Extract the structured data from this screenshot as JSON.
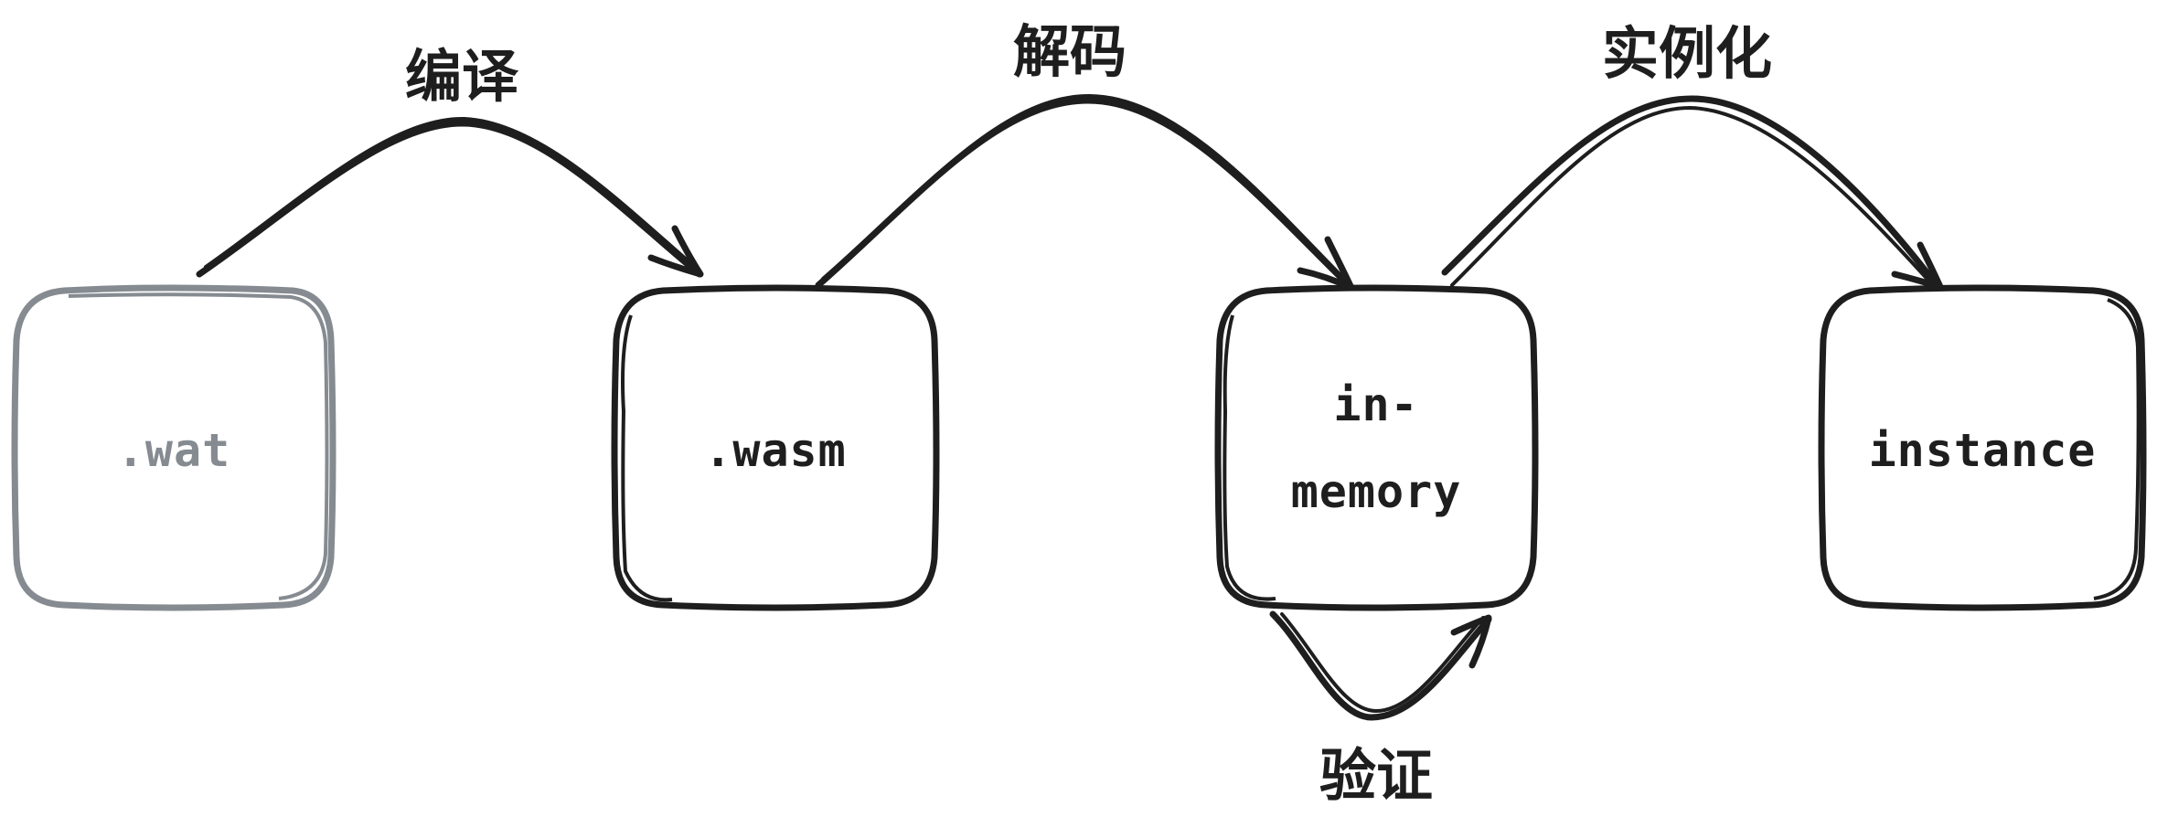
{
  "nodes": [
    {
      "id": "wat",
      "label": ".wat",
      "color": "#858b91"
    },
    {
      "id": "wasm",
      "label": ".wasm",
      "color": "#1e1e1e"
    },
    {
      "id": "in-memory",
      "label_line1": "in-",
      "label_line2": "memory",
      "color": "#1e1e1e"
    },
    {
      "id": "instance",
      "label": "instance",
      "color": "#1e1e1e"
    }
  ],
  "edges": [
    {
      "from": "wat",
      "to": "wasm",
      "label": "编译"
    },
    {
      "from": "wasm",
      "to": "in-memory",
      "label": "解码"
    },
    {
      "from": "in-memory",
      "to": "instance",
      "label": "实例化"
    },
    {
      "from": "in-memory",
      "to": "in-memory",
      "label": "验证"
    }
  ],
  "colors": {
    "stroke": "#1e1e1e",
    "muted": "#858b91",
    "background": "#ffffff"
  }
}
